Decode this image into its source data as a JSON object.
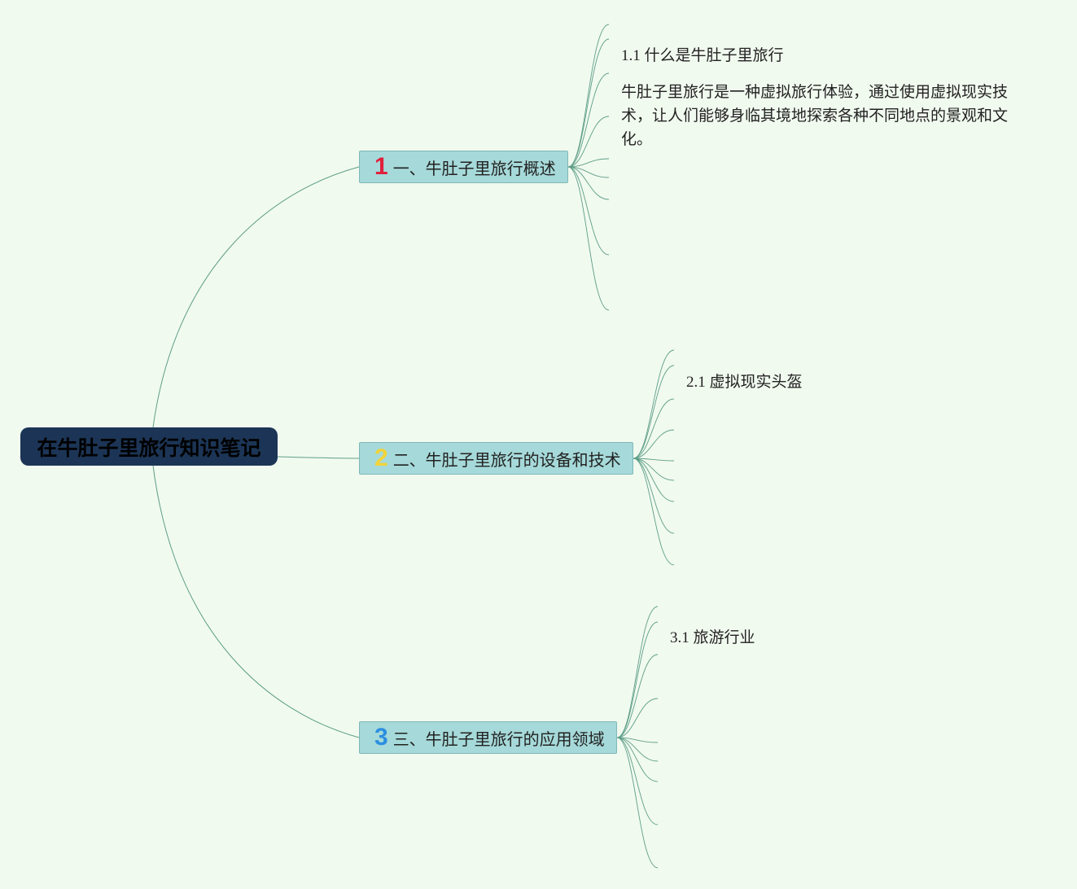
{
  "root": {
    "label": "在牛肚子里旅行知识笔记"
  },
  "branches": [
    {
      "num": "1",
      "num_color": "#e0203c",
      "label": "一、牛肚子里旅行概述",
      "children": [
        {
          "title": "1.1 什么是牛肚子里旅行",
          "desc": "牛肚子里旅行是一种虚拟旅行体验，通过使用虚拟现实技术，让人们能够身临其境地探索各种不同地点的景观和文化。"
        }
      ]
    },
    {
      "num": "2",
      "num_color": "#f2d43a",
      "label": "二、牛肚子里旅行的设备和技术",
      "children": [
        {
          "title": "2.1 虚拟现实头盔"
        }
      ]
    },
    {
      "num": "3",
      "num_color": "#2b8fe0",
      "label": "三、牛肚子里旅行的应用领域",
      "children": [
        {
          "title": "3.1 旅游行业"
        }
      ]
    }
  ],
  "colors": {
    "background": "#f1faef",
    "root_fill": "#1c3556",
    "branch_fill": "#a6d9d9",
    "connector": "#5e9e88"
  }
}
